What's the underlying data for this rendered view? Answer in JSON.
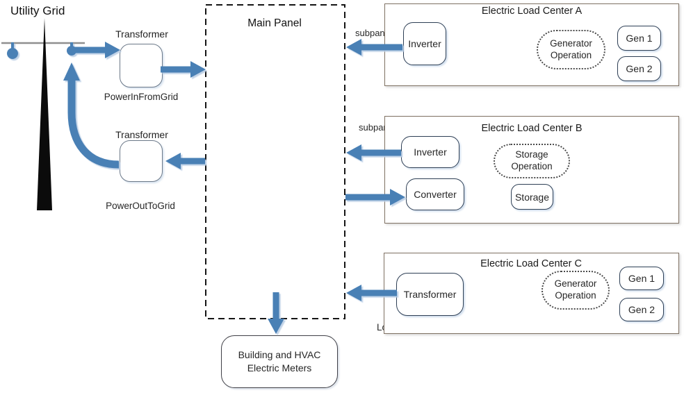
{
  "colors": {
    "arrow_blue": "#4a80b5",
    "arrow_shadow": "#b9cde4",
    "load_center_border": "#7e7062",
    "inner_box_border": "#2d3e54",
    "dotted_border": "#4a4a4a",
    "panel_border": "#141414",
    "pole_black": "#0b0b0b",
    "crossarm_gray": "#8f8f8f",
    "text_dark": "#1f1f1f"
  },
  "labels": {
    "utility_grid": "Utility Grid",
    "transformer_in": "Transformer",
    "power_in_from_grid": "PowerInFromGrid",
    "transformer_out": "Transformer",
    "power_out_to_grid": "PowerOutToGrid",
    "main_panel": "Main Panel",
    "subpanel_a": "subpanel",
    "subpanel_b": "subpanel",
    "load_center_power_conditioning": "LoadCenterPowerConditioning",
    "building_meters": "Building and HVAC Electric Meters"
  },
  "load_centers": {
    "a": {
      "title": "Electric Load Center A",
      "inverter": "Inverter",
      "operation": "Generator Operation",
      "gen1": "Gen 1",
      "gen2": "Gen 2"
    },
    "b": {
      "title": "Electric Load Center B",
      "inverter": "Inverter",
      "converter": "Converter",
      "operation": "Storage Operation",
      "storage": "Storage"
    },
    "c": {
      "title": "Electric Load Center C",
      "transformer": "Transformer",
      "operation": "Generator Operation",
      "gen1": "Gen 1",
      "gen2": "Gen 2"
    }
  }
}
